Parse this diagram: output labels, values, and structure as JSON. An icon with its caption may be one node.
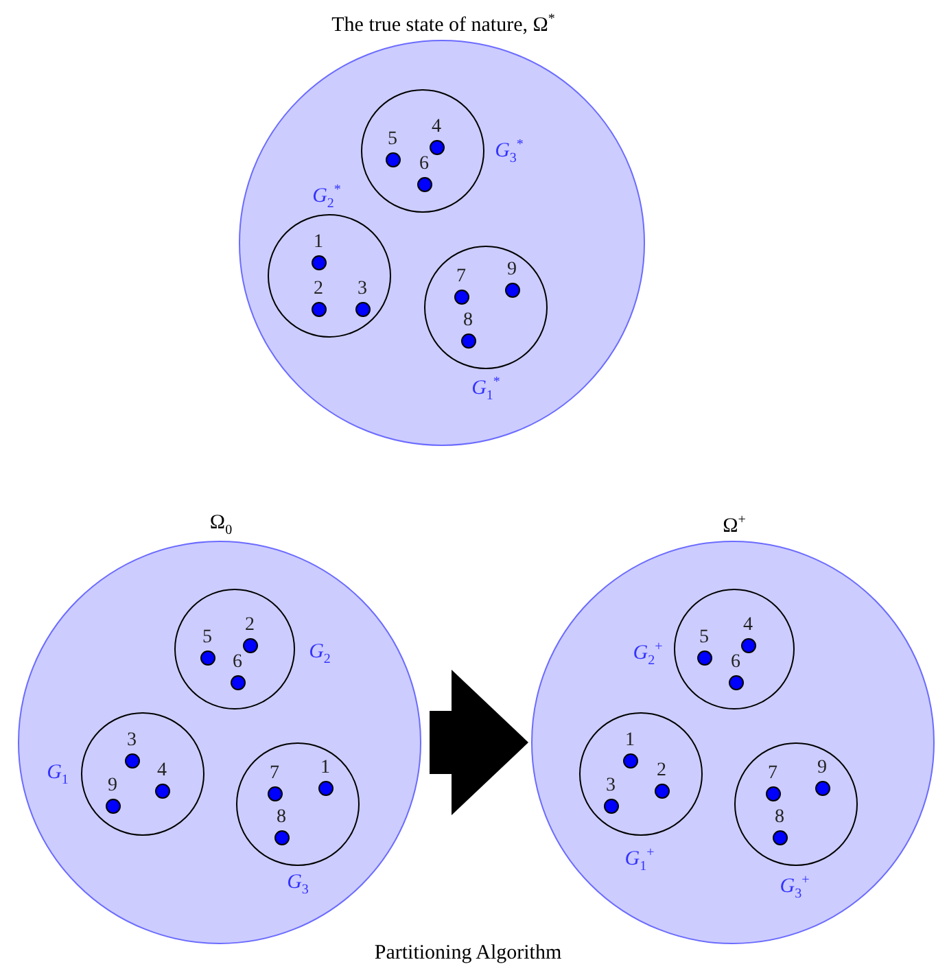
{
  "diagram": {
    "caption": "Partitioning Algorithm",
    "nodes": [
      {
        "text": [
          "The true state of nature, Ω$^{*}$"
        ]
      },
      {
        "text": [
          "G$_{3}$$^{*}$"
        ],
        "in": 0
      },
      {
        "text": [
          "5"
        ],
        "in": 1
      },
      {
        "text": [
          "4"
        ],
        "in": 1
      },
      {
        "text": [
          "6"
        ],
        "in": 1
      },
      {
        "text": [
          "G$_{2}$$^{*}$"
        ],
        "in": 0
      },
      {
        "text": [
          "1"
        ],
        "in": 5
      },
      {
        "text": [
          "2"
        ],
        "in": 5
      },
      {
        "text": [
          "3"
        ],
        "in": 5
      },
      {
        "text": [
          "G$_{1}$$^{*}$"
        ],
        "in": 0
      },
      {
        "text": [
          "7"
        ],
        "in": 9
      },
      {
        "text": [
          "9"
        ],
        "in": 9
      },
      {
        "text": [
          "8"
        ],
        "in": 9
      },
      {
        "text": [
          "Ω$_{0}$"
        ]
      },
      {
        "text": [
          "G$_{2}$"
        ],
        "in": 13
      },
      {
        "text": [
          "5"
        ],
        "in": 14
      },
      {
        "text": [
          "2"
        ],
        "in": 14
      },
      {
        "text": [
          "6"
        ],
        "in": 14
      },
      {
        "text": [
          "G$_{1}$"
        ],
        "in": 13
      },
      {
        "text": [
          "3"
        ],
        "in": 18
      },
      {
        "text": [
          "9"
        ],
        "in": 18
      },
      {
        "text": [
          "4"
        ],
        "in": 18
      },
      {
        "text": [
          "G$_{3}$"
        ],
        "in": 13
      },
      {
        "text": [
          "7"
        ],
        "in": 22
      },
      {
        "text": [
          "1"
        ],
        "in": 22
      },
      {
        "text": [
          "8"
        ],
        "in": 22
      },
      {
        "text": [
          "Ω$^{+}$"
        ]
      },
      {
        "text": [
          "G$_{2}$$^{+}$"
        ],
        "in": 26
      },
      {
        "text": [
          "5"
        ],
        "in": 27
      },
      {
        "text": [
          "4"
        ],
        "in": 27
      },
      {
        "text": [
          "6"
        ],
        "in": 27
      },
      {
        "text": [
          "G$_{1}$$^{+}$"
        ],
        "in": 26
      },
      {
        "text": [
          "1"
        ],
        "in": 31
      },
      {
        "text": [
          "3"
        ],
        "in": 31
      },
      {
        "text": [
          "2"
        ],
        "in": 31
      },
      {
        "text": [
          "G$_{3}$$^{+}$"
        ],
        "in": 26
      },
      {
        "text": [
          "7"
        ],
        "in": 35
      },
      {
        "text": [
          "9"
        ],
        "in": 35
      },
      {
        "text": [
          "8"
        ],
        "in": 35
      }
    ],
    "edges": [
      {
        "from": 13,
        "to": 26,
        "arrow": "to"
      }
    ]
  }
}
